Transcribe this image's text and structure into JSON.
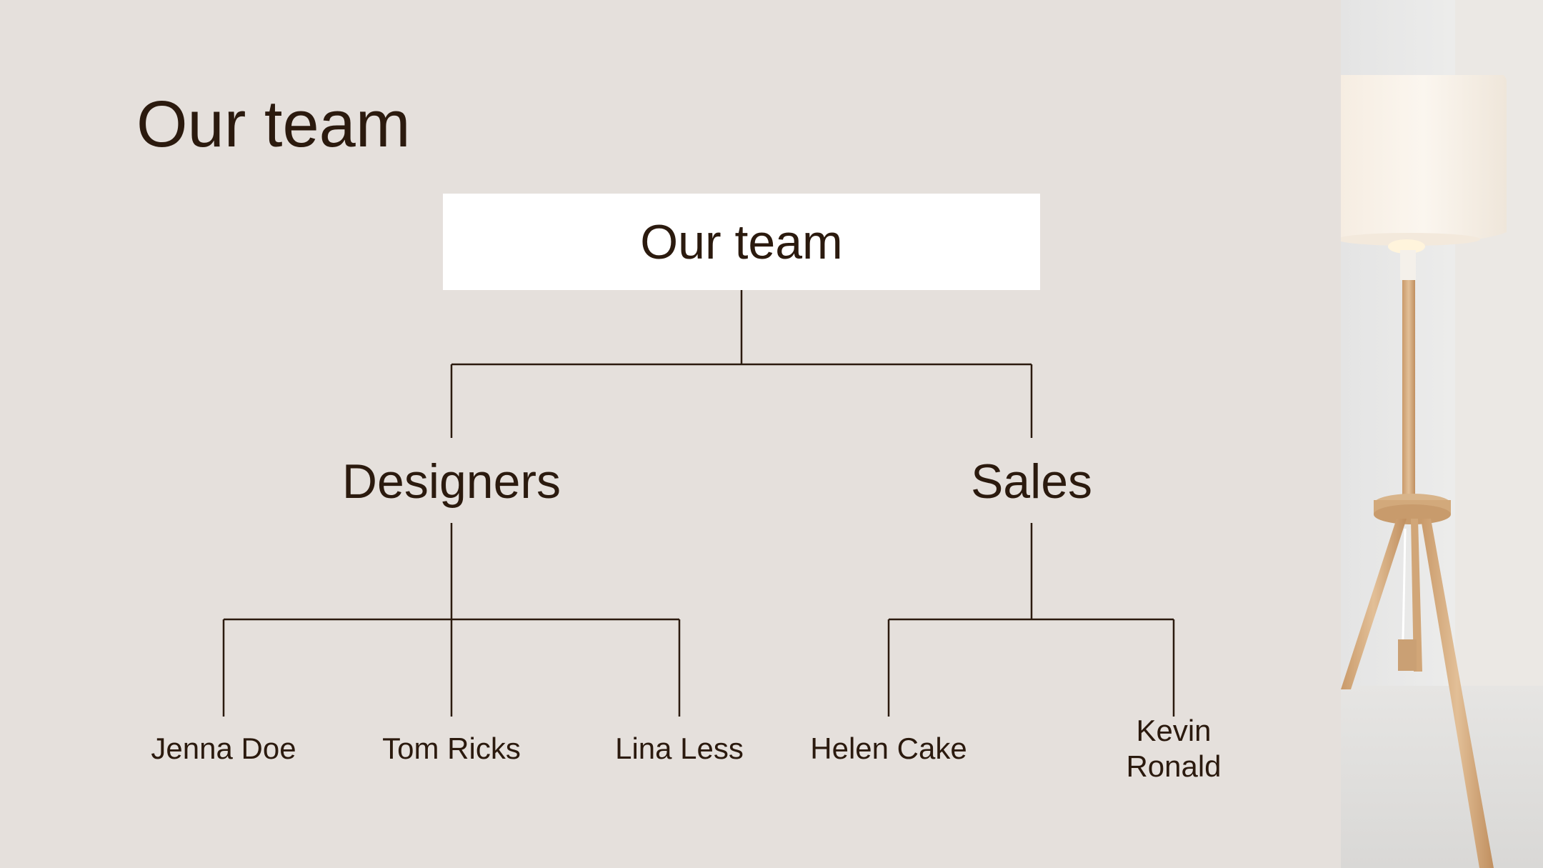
{
  "slide": {
    "title": "Our team"
  },
  "org_chart": {
    "root": {
      "label": "Our team"
    },
    "departments": [
      {
        "label": "Designers",
        "members": [
          "Jenna Doe",
          "Tom Ricks",
          "Lina Less"
        ]
      },
      {
        "label": "Sales",
        "members": [
          "Helen Cake",
          "Kevin Ronald"
        ]
      }
    ]
  },
  "colors": {
    "background": "#e5e0dc",
    "text": "#2b1a0e",
    "connector": "#2b1a0e",
    "root_box": "#ffffff"
  },
  "photo": {
    "icon": "floor-lamp-icon"
  }
}
